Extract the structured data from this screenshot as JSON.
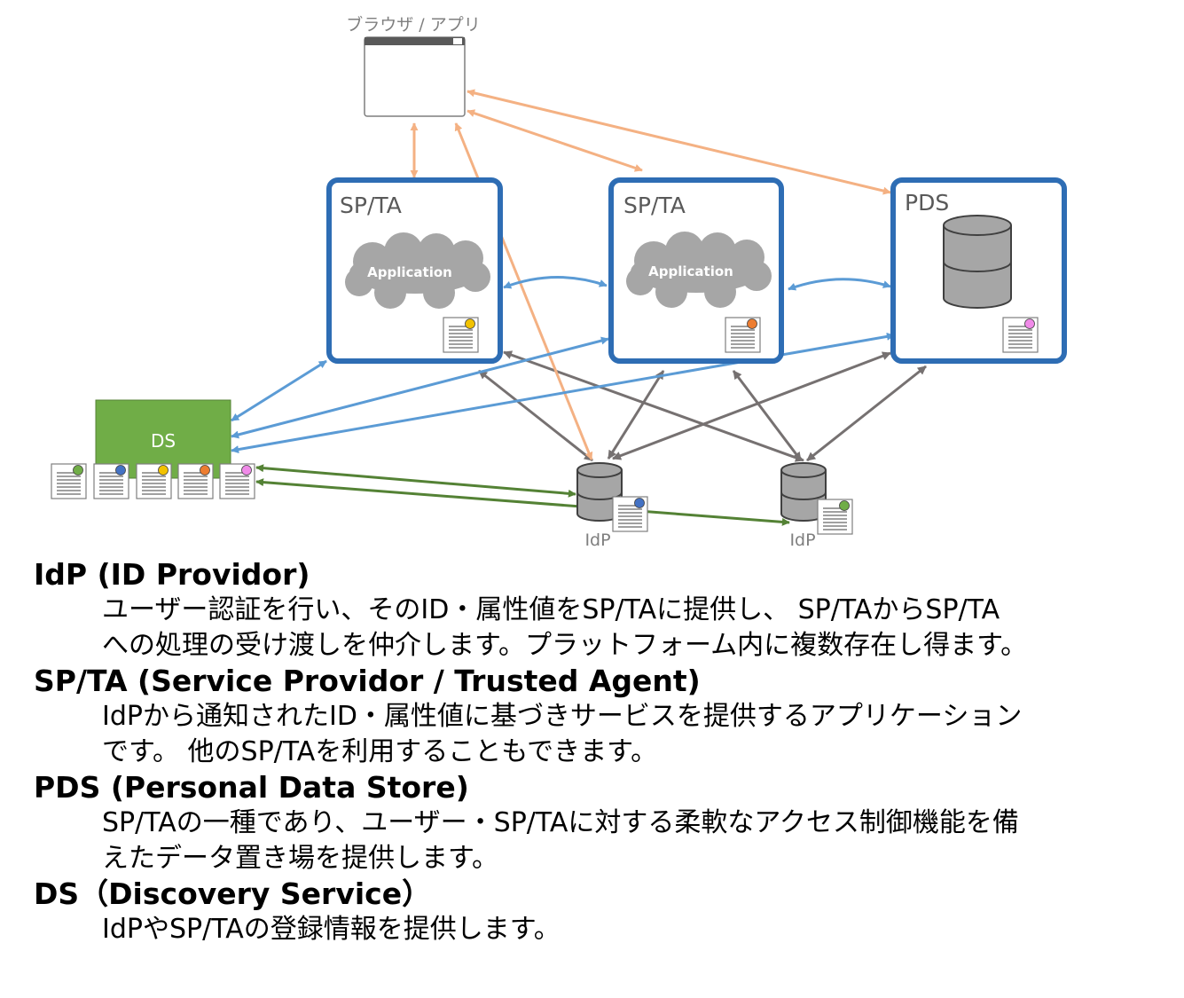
{
  "diagram": {
    "browser_label": "ブラウザ / アプリ",
    "sp_ta_1_label": "SP/TA",
    "sp_ta_2_label": "SP/TA",
    "pds_label": "PDS",
    "app_1_label": "Application",
    "app_2_label": "Application",
    "ds_label": "DS",
    "idp_1_label": "IdP",
    "idp_2_label": "IdP",
    "colors": {
      "box_border": "#2e6db4",
      "ds_fill": "#70ad47",
      "orange_arrow": "#f4b183",
      "blue_arrow": "#5b9bd5",
      "gray_arrow": "#767171",
      "green_arrow": "#548235",
      "cloud": "#a6a6a6",
      "database": "#a6a6a6"
    },
    "badge_colors": {
      "sp_ta_1": "#f2c200",
      "sp_ta_2": "#ed7d31",
      "pds": "#f08ae8",
      "idp_1": "#4472c4",
      "idp_2": "#70ad47",
      "ds_docs": [
        "#70ad47",
        "#4472c4",
        "#f2c200",
        "#ed7d31",
        "#f08ae8"
      ]
    }
  },
  "legend": {
    "idp": {
      "term": "IdP (ID Providor)",
      "desc_line1": "ユーザー認証を行い、そのID・属性値をSP/TAに提供し、 SP/TAからSP/TA",
      "desc_line2": "への処理の受け渡しを仲介します。プラットフォーム内に複数存在し得ます。"
    },
    "sp_ta": {
      "term": "SP/TA (Service Providor / Trusted Agent)",
      "desc_line1": "IdPから通知されたID・属性値に基づきサービスを提供するアプリケーション",
      "desc_line2": "です。 他のSP/TAを利用することもできます。"
    },
    "pds": {
      "term": "PDS (Personal Data Store)",
      "desc_line1": "SP/TAの一種であり、ユーザー・SP/TAに対する柔軟なアクセス制御機能を備",
      "desc_line2": "えたデータ置き場を提供します。"
    },
    "ds": {
      "term": "DS（Discovery Service）",
      "desc_line1": "IdPやSP/TAの登録情報を提供します。"
    }
  }
}
